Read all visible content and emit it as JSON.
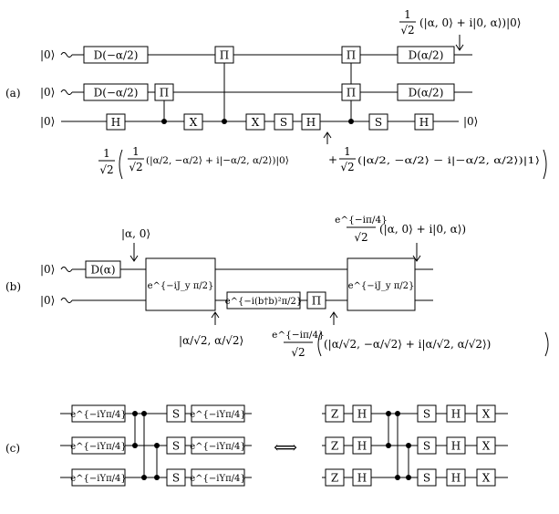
{
  "panels": {
    "a": {
      "label": "(a)",
      "inputs": [
        "|0⟩",
        "|0⟩",
        "|0⟩"
      ],
      "output_label": "|0⟩",
      "gates": {
        "d_neg_1": "D(−α/2)",
        "d_neg_2": "D(−α/2)",
        "pi_1": "Π",
        "pi_2": "Π",
        "pi_3": "Π",
        "pi_4": "Π",
        "d_pos_1": "D(α/2)",
        "d_pos_2": "D(α/2)",
        "h_1": "H",
        "x_1": "X",
        "x_2": "X",
        "s_1": "S",
        "h_2": "H",
        "s_2": "S",
        "h_3": "H"
      },
      "top_annotation": {
        "frac_num": "1",
        "frac_den": "√2",
        "state": "(|α, 0⟩ + i|0, α⟩)|0⟩"
      },
      "bottom_annotation": {
        "outer_num": "1",
        "outer_den": "√2",
        "inner_num_1": "1",
        "inner_den_1": "√2",
        "term_1": "(|α/2, −α/2⟩ + i|−α/2, α/2⟩)|0⟩",
        "plus": "+",
        "inner_num_2": "1",
        "inner_den_2": "√2",
        "term_2": "(|α/2, −α/2⟩ − i|−α/2, α/2⟩)|1⟩"
      }
    },
    "b": {
      "label": "(b)",
      "inputs": [
        "|0⟩",
        "|0⟩"
      ],
      "gates": {
        "d_alpha": "D(α)",
        "bs_1": "e^{−iJ_y π/2}",
        "kerr": "e^{−i(b†b)²π/2}",
        "pi": "Π",
        "bs_2": "e^{−iJ_y π/2}"
      },
      "annotation_alpha0": "|α, 0⟩",
      "annotation_split": "|α/√2, α/√2⟩",
      "top_annotation": {
        "num": "e^{−iπ/4}",
        "den": "√2",
        "state": "(|α, 0⟩ + i|0, α⟩)"
      },
      "bottom_annotation": {
        "num": "e^{−iπ/4}",
        "den": "√2",
        "state": "(|α/√2, −α/√2⟩ + i|α/√2, α/√2⟩)"
      }
    },
    "c": {
      "label": "(c)",
      "left_gates": {
        "rot": "e^{−iYπ/4}",
        "s": "S"
      },
      "equiv": "⟺",
      "right_gates": {
        "z": "Z",
        "h": "H",
        "s": "S",
        "x": "X"
      }
    }
  }
}
